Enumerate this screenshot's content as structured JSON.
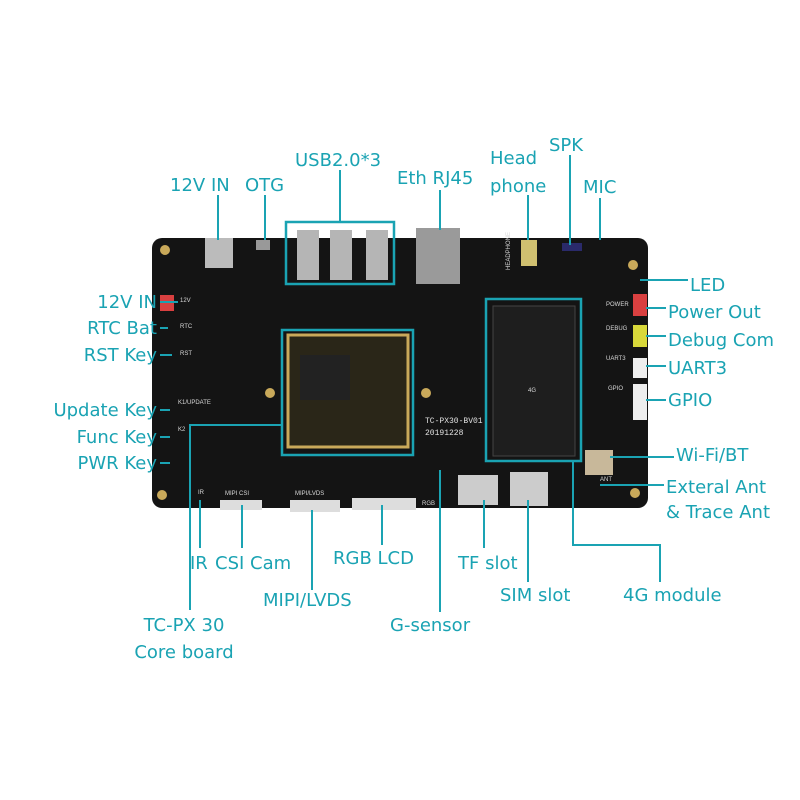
{
  "board": {
    "silkscreen": {
      "model": "TC-PX30-BV01",
      "date": "20191228",
      "power": "POWER",
      "debug": "DEBUG",
      "uart3": "UART3",
      "gpio": "GPIO",
      "slot_4g": "4G",
      "mipi_csi": "MIPI CSI",
      "mipi_lvds": "MIPI/LVDS",
      "rgb": "RGB",
      "v12": "12V",
      "rtc": "RTC",
      "rst": "RST",
      "k1": "K1/UPDATE",
      "k2": "K2",
      "ir": "IR",
      "ant": "ANT",
      "headphone": "HEADPHONE"
    }
  },
  "labels": {
    "top": {
      "v12_in": "12V IN",
      "otg": "OTG",
      "usb": "USB2.0*3",
      "eth": "Eth RJ45",
      "head": "Head",
      "phone": "phone",
      "spk": "SPK",
      "mic": "MIC"
    },
    "right": {
      "led": "LED",
      "power_out": "Power Out",
      "debug_com": "Debug Com",
      "uart3": "UART3",
      "gpio": "GPIO",
      "wifi_bt": "Wi-Fi/BT",
      "ant1": "Exteral Ant",
      "ant2": "& Trace Ant"
    },
    "left": {
      "v12_in": "12V IN",
      "rtc_bat": "RTC Bat",
      "rst_key": "RST Key",
      "update_key": "Update Key",
      "func_key": "Func Key",
      "pwr_key": "PWR Key"
    },
    "bottom": {
      "ir": "IR",
      "csi_cam": "CSI Cam",
      "rgb_lcd": "RGB LCD",
      "mipi_lvds": "MIPI/LVDS",
      "core1": "TC-PX 30",
      "core2": "Core board",
      "gsensor": "G-sensor",
      "tf_slot": "TF slot",
      "sim_slot": "SIM slot",
      "module_4g": "4G module"
    }
  },
  "colors": {
    "accent": "#1aa3b3",
    "board": "#141414"
  }
}
